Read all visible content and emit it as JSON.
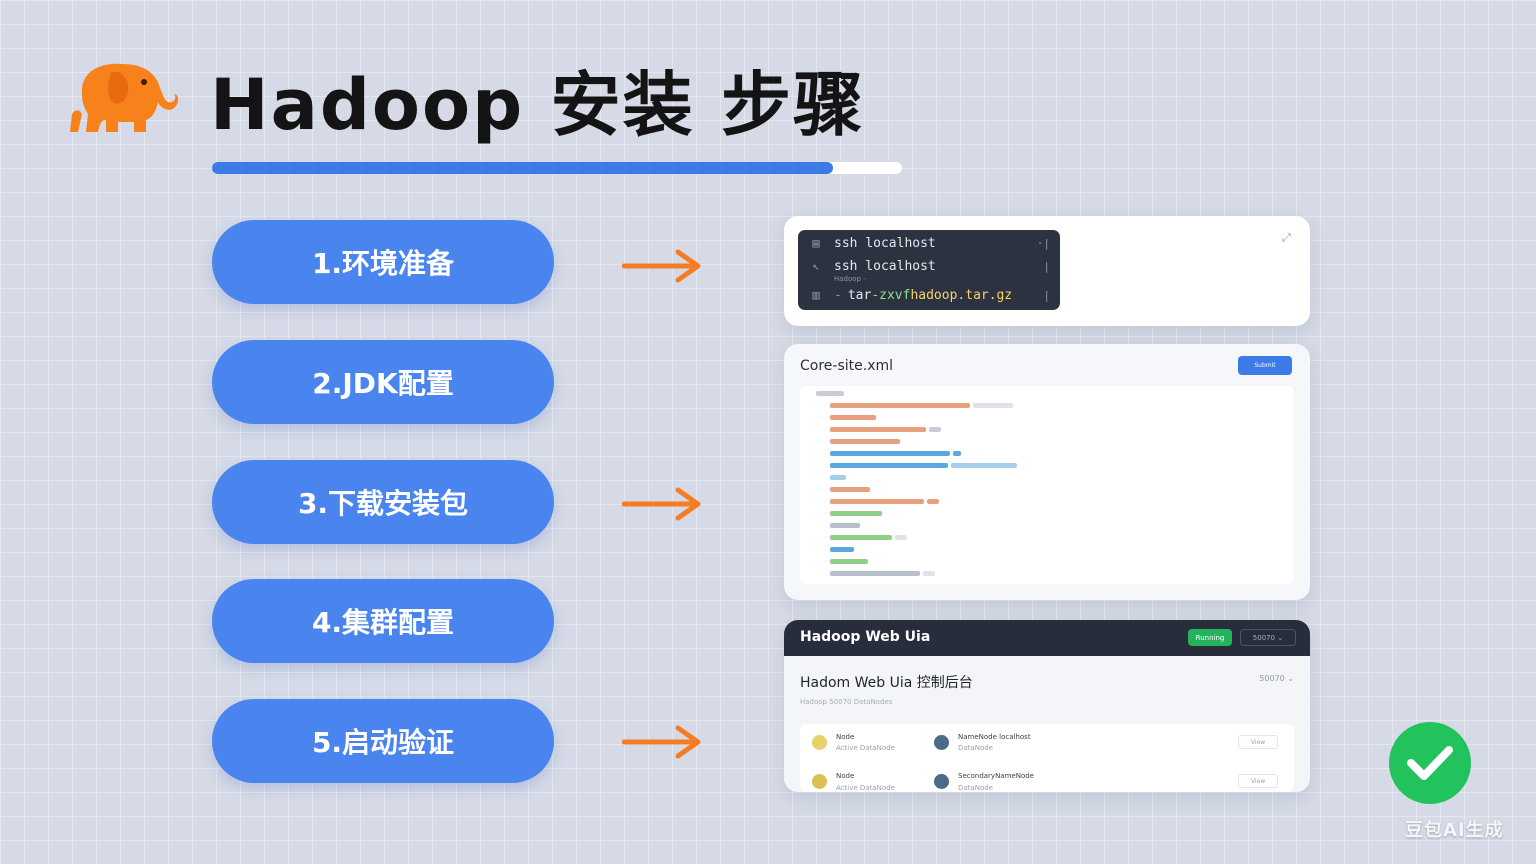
{
  "header": {
    "title": "Hadoop 安装 步骤",
    "logo_icon": "elephant-icon",
    "progress_percent": 90,
    "colors": {
      "logo": "#f7821b",
      "progress": "#3e7ae6"
    }
  },
  "steps": [
    {
      "label": "1.环境准备",
      "has_arrow": true
    },
    {
      "label": "2.JDK配置",
      "has_arrow": false
    },
    {
      "label": "3.下载安装包",
      "has_arrow": true
    },
    {
      "label": "4.集群配置",
      "has_arrow": false
    },
    {
      "label": "5.启动验证",
      "has_arrow": true
    }
  ],
  "step_color": "#4a84ee",
  "arrow_color": "#f57c22",
  "terminal": {
    "lines": [
      {
        "icon": "server-icon",
        "prompt": "",
        "cmd": "ssh localhost",
        "flag": "",
        "file": ""
      },
      {
        "icon": "tool-icon",
        "prompt": "",
        "cmd": "ssh localhost",
        "flag": "",
        "file": ""
      },
      {
        "icon": "disk-icon",
        "prompt": "-",
        "cmd": "tar ",
        "flag": "-zxvf",
        "file": " hadoop.tar.gz"
      }
    ],
    "subtext": "Hadoop -"
  },
  "config": {
    "title": "Core-site.xml",
    "button": "Submit"
  },
  "webui": {
    "header_title": "Hadoop Web Uia",
    "badge": "Running",
    "select": "50070",
    "title": "Hadom Web Uia 控制后台",
    "filter": "50070",
    "subtitle": "Hadoop 50070 DataNodes",
    "rows": [
      {
        "name1": "Node",
        "sub1": "Active DataNode",
        "name2": "NameNode localhost",
        "sub2": "DataNode",
        "btn": "View"
      },
      {
        "name1": "Node",
        "sub1": "Active DataNode",
        "name2": "SecondaryNameNode",
        "sub2": "DataNode",
        "btn": "View"
      }
    ]
  },
  "status": {
    "check_icon": "check-circle-icon",
    "color": "#22c35d"
  },
  "watermark": "豆包AI生成"
}
